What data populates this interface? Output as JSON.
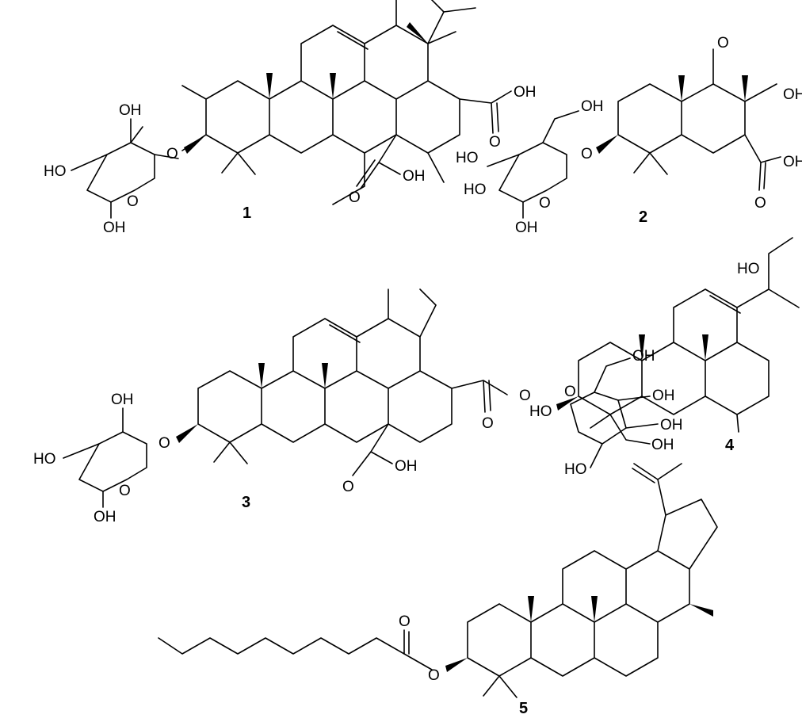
{
  "compounds": [
    {
      "number": "1",
      "labels": {
        "oh_acid_top": "OH",
        "o_acid_top": "O",
        "oh_acid_bottom": "OH",
        "o_acid_bottom": "O",
        "o_glyco": "O",
        "o_ring": "O",
        "oh_sugar_1": "OH",
        "oh_sugar_2": "HO",
        "oh_sugar_3": "OH"
      }
    },
    {
      "number": "2",
      "labels": {
        "oh_acid_top": "OH",
        "o_acid_top": "O",
        "oh_acid_bottom": "OH",
        "o_acid_bottom": "O",
        "o_glyco": "O",
        "o_ring": "O",
        "oh_ch2": "OH",
        "oh_sugar_1": "HO",
        "oh_sugar_2": "HO",
        "oh_sugar_3": "OH"
      }
    },
    {
      "number": "3",
      "labels": {
        "o_ester": "O",
        "o_ester_carbonyl": "O",
        "oh_acid_bottom": "OH",
        "o_acid_bottom": "O",
        "o_glyco": "O",
        "o_ring_left": "O",
        "oh_sugar_left_1": "OH",
        "oh_sugar_left_2": "HO",
        "oh_sugar_left_3": "OH",
        "o_ring_right": "O",
        "oh_right_ch2": "OH",
        "oh_right_1": "OH",
        "oh_right_2": "OH",
        "oh_right_3": "HO"
      }
    },
    {
      "number": "4",
      "labels": {
        "oh_top": "HO",
        "oh_c3": "HO",
        "oh_ch2": "OH"
      }
    },
    {
      "number": "5",
      "labels": {
        "o_carbonyl": "O",
        "o_ester": "O"
      }
    }
  ]
}
